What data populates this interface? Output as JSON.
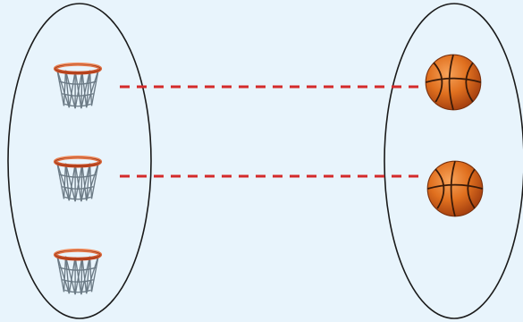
{
  "diagram": {
    "background": "#e8f4fc",
    "outline_color": "#1a1a1a",
    "connector_color": "#d42a2a",
    "connector_style": "dashed",
    "left_set": {
      "item_icon": "basketball-hoop-icon",
      "count": 3
    },
    "right_set": {
      "item_icon": "basketball-icon",
      "count": 2
    },
    "connections": [
      {
        "from": 1,
        "to": 1
      },
      {
        "from": 2,
        "to": 2
      }
    ]
  }
}
